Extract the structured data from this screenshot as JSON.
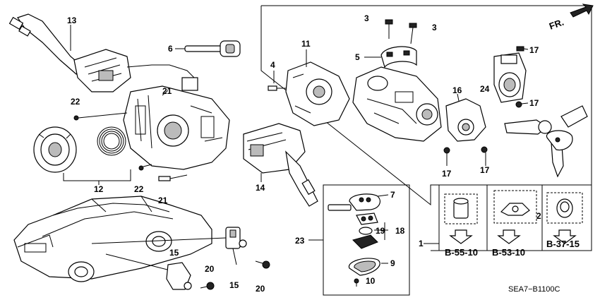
{
  "labels": {
    "p1": "1",
    "p2": "2",
    "p3a": "3",
    "p3b": "3",
    "p4": "4",
    "p5": "5",
    "p6": "6",
    "p7": "7",
    "p9": "9",
    "p10": "10",
    "p11": "11",
    "p12": "12",
    "p13": "13",
    "p14": "14",
    "p15a": "15",
    "p15b": "15",
    "p16": "16",
    "p17a": "17",
    "p17b": "17",
    "p17c": "17",
    "p17d": "17",
    "p18": "18",
    "p19": "19",
    "p20a": "20",
    "p20b": "20",
    "p21": "21",
    "p22a": "22",
    "p22b": "22",
    "p23": "23",
    "p24": "24"
  },
  "refs": {
    "r1": "B-55-10",
    "r2": "B-53-10",
    "r3": "B-37-15"
  },
  "direction": "FR.",
  "diagram_code": "SEA7−B1100C"
}
